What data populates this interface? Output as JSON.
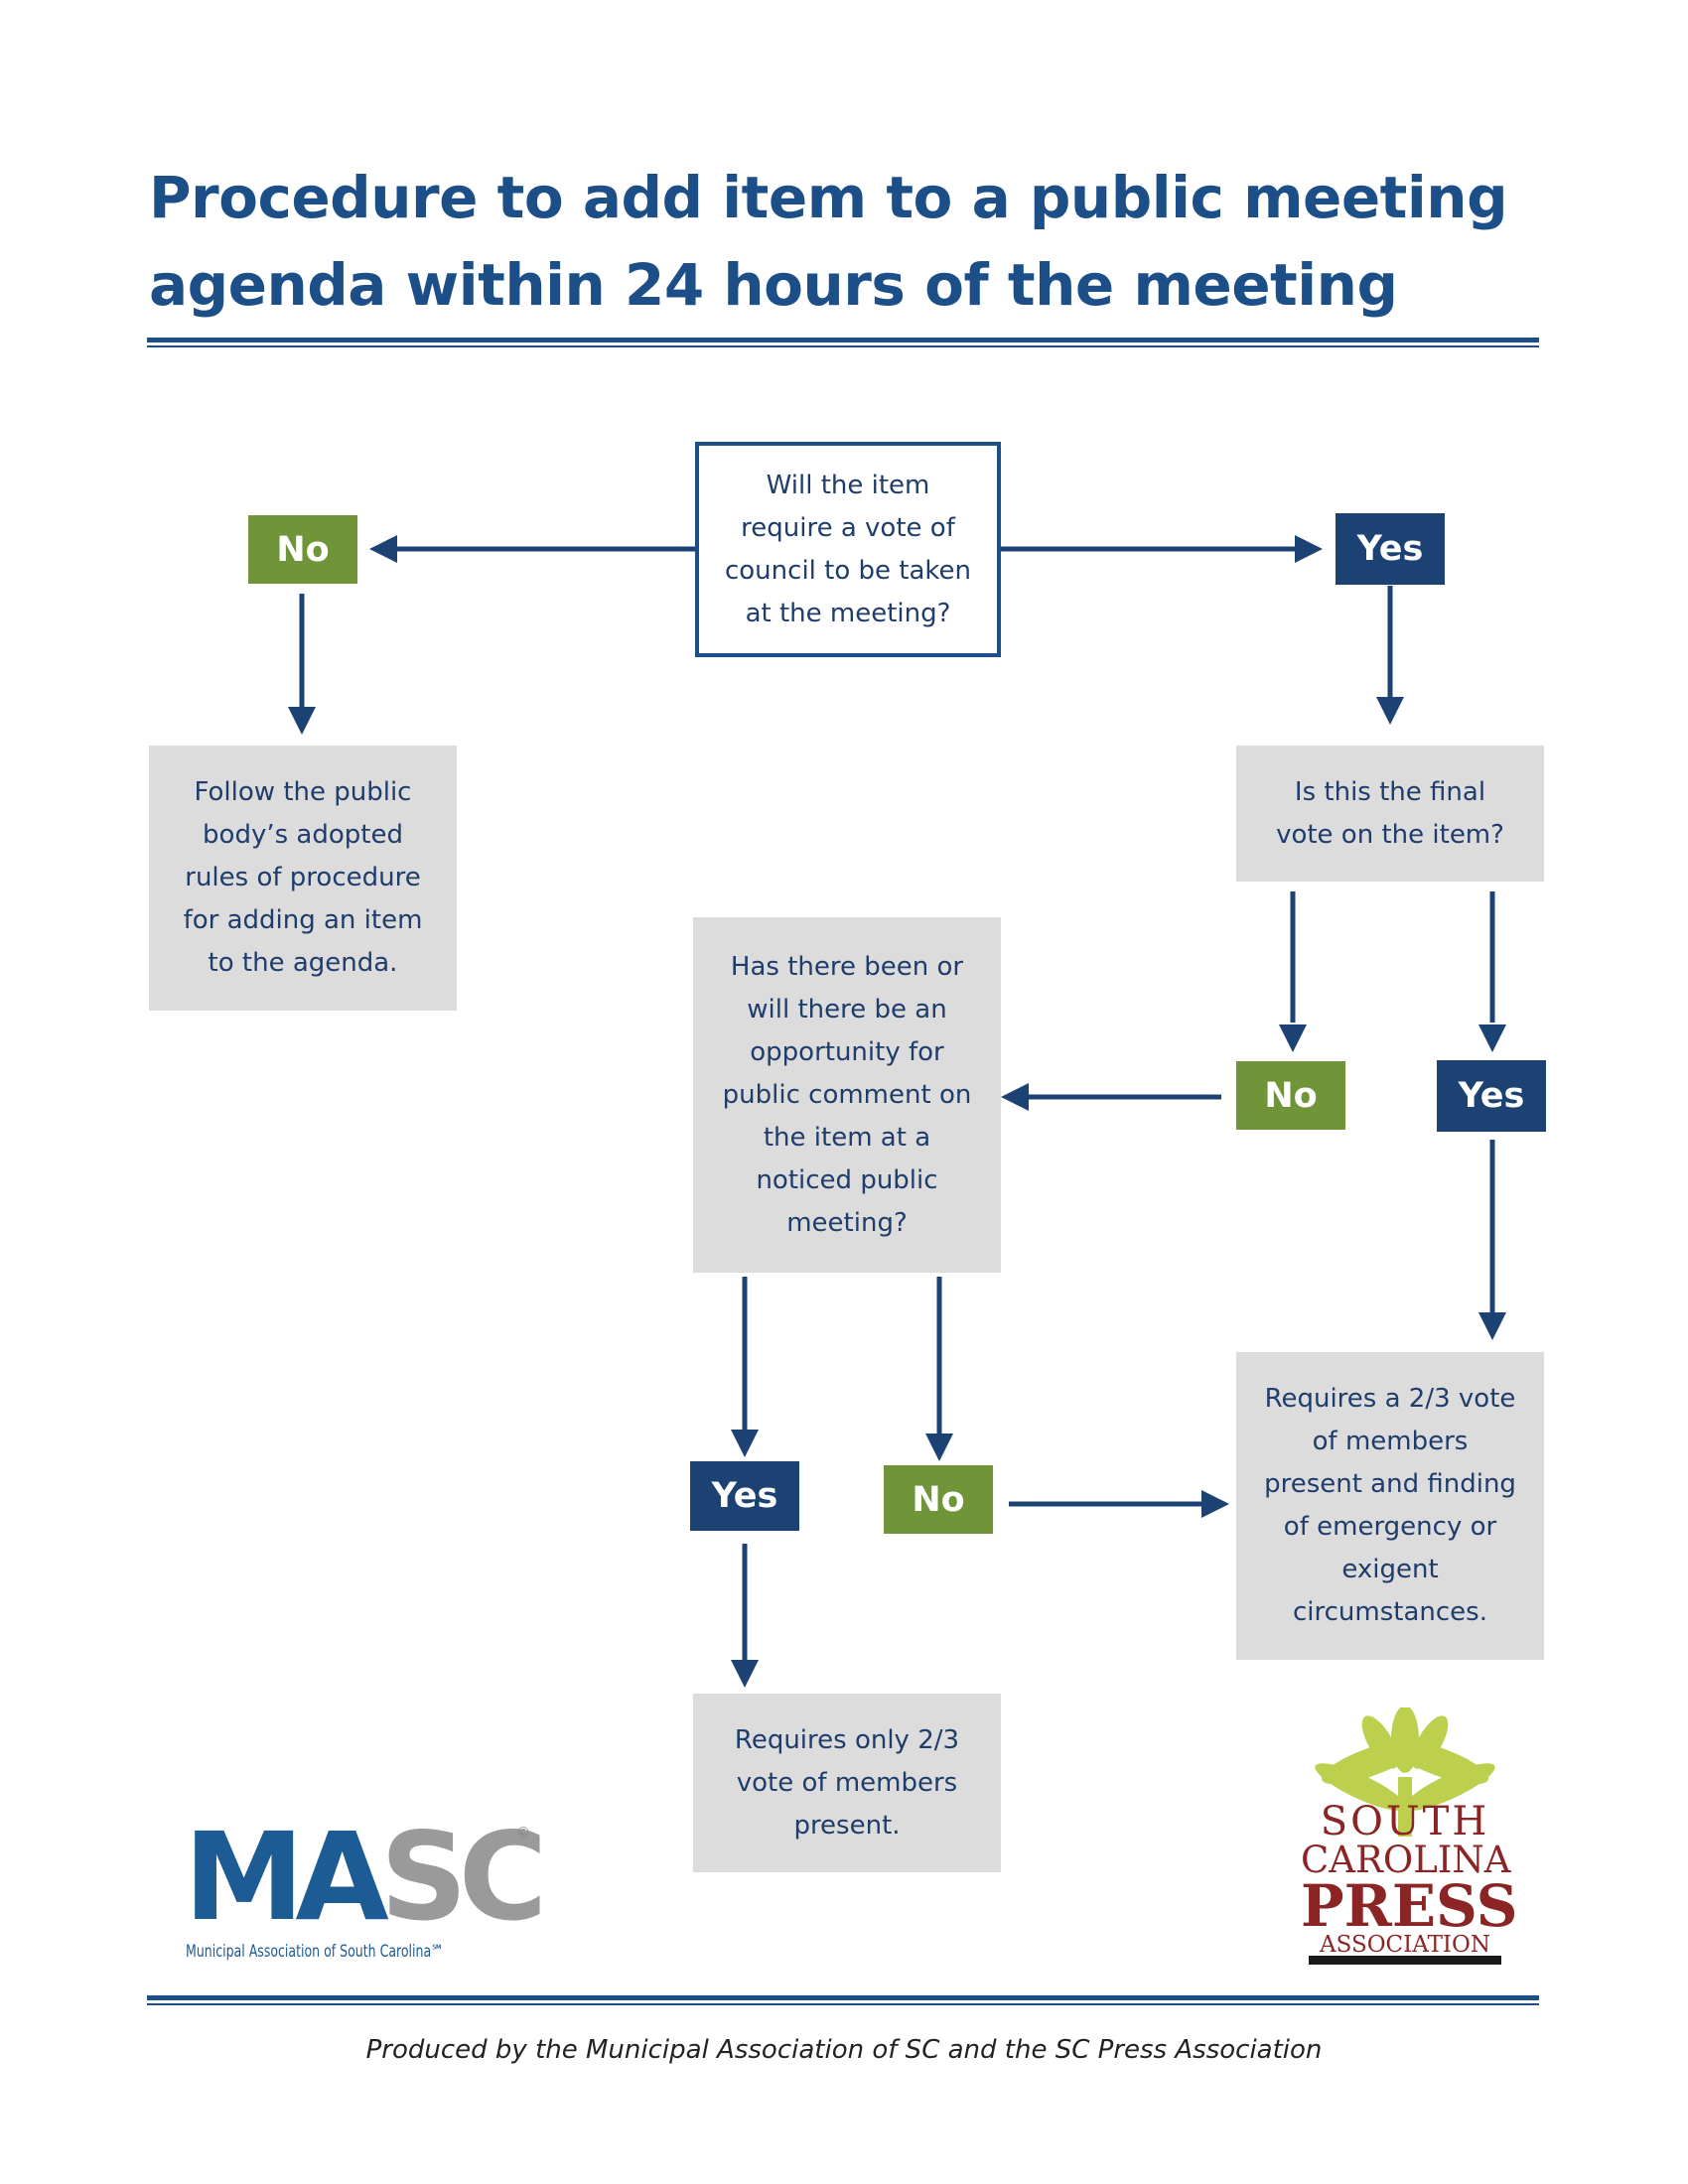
{
  "title_line1": "Procedure to add item to a public meeting",
  "title_line2": "agenda within 24 hours of the meeting",
  "nodes": {
    "question_vote": "Will the item require a vote of council to be taken at the meeting?",
    "follow_rules": "Follow the public body’s adopted rules of procedure for adding an item to the agenda.",
    "question_final": "Is this the final vote on the item?",
    "question_comment": "Has there been or will there be an opportunity for public comment on the item at a noticed public meeting?",
    "requires_emergency": "Requires a 2/3 vote of members present and finding of emergency or exigent circumstances.",
    "requires_two_thirds": "Requires only 2/3 vote of members present."
  },
  "labels": {
    "yes": "Yes",
    "no": "No"
  },
  "logos": {
    "masc_letters_a": "MA",
    "masc_letters_b": "SC",
    "masc_mark": "©",
    "masc_subtitle": "Municipal Association of South Carolina℠",
    "press_line1": "SOUTH",
    "press_line2": "CAROLINA",
    "press_line3": "PRESS",
    "press_line4": "ASSOCIATION"
  },
  "footer": "Produced by the Municipal Association of SC and the SC Press Association",
  "colors": {
    "navy": "#1c4f87",
    "yes_tag": "#1c4273",
    "no_tag": "#6f9538",
    "box_gray": "#dcdcdc",
    "text": "#1f3d6b",
    "press_red": "#8b2424",
    "palm_green": "#b5cc3a"
  }
}
